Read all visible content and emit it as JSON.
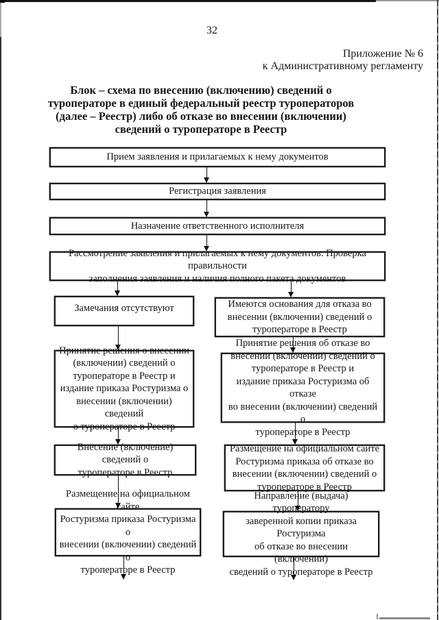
{
  "page": {
    "number": "32",
    "appendix_line1": "Приложение № 6",
    "appendix_line2": "к Административному регламенту",
    "title": "Блок – схема по внесению (включению) сведений о\nтуроператоре в единый федеральный реестр туроператоров\n(далее – Реестр) либо об отказе во внесении (включении)\nсведений о туроператоре в Реестр"
  },
  "flowchart": {
    "main": [
      {
        "label": "Прием заявления и прилагаемых к нему документов"
      },
      {
        "label": "Регистрация заявления"
      },
      {
        "label": "Назначение ответственного исполнителя"
      },
      {
        "label": "Рассмотрение заявления и прилагаемых к нему документов. Проверка правильности\nзаполнения заявления и наличия полного пакета документов"
      }
    ],
    "left": [
      {
        "label": "Замечания отсутствуют"
      },
      {
        "label": "Принятие решения о внесении\n(включении) сведений о\nтуроператоре в Реестр и\nиздание приказа Ростуризма о\nвнесении (включении) сведений\nо туроператоре в Реестр"
      },
      {
        "label": "Внесение (включение) сведений о\nтуроператоре в Реестр"
      },
      {
        "label": "Размещение на официальном сайте\nРостуризма приказа Ростуризма о\nвнесении (включении) сведений о\nтуроператоре в Реестр"
      }
    ],
    "right": [
      {
        "label": "Имеются основания для отказа во\nвнесении (включении) сведений о\nтуроператоре в Реестр"
      },
      {
        "label": "Принятие решения об отказе во\nвнесении (включении) сведений о\nтуроператоре в Реестр и\nиздание приказа Ростуризма об отказе\nво внесении (включении) сведений о\nтуроператоре в Реестр"
      },
      {
        "label": "Размещение на официальном сайте\nРостуризма приказа об отказе во\nвнесении (включении) сведений о\nтуроператоре в Реестр"
      },
      {
        "label": "Направление (выдача) туроператору\nзаверенной копии приказа Ростуризма\nоб отказе во внесении (включении)\nсведений о туроператоре в Реестр"
      }
    ]
  }
}
